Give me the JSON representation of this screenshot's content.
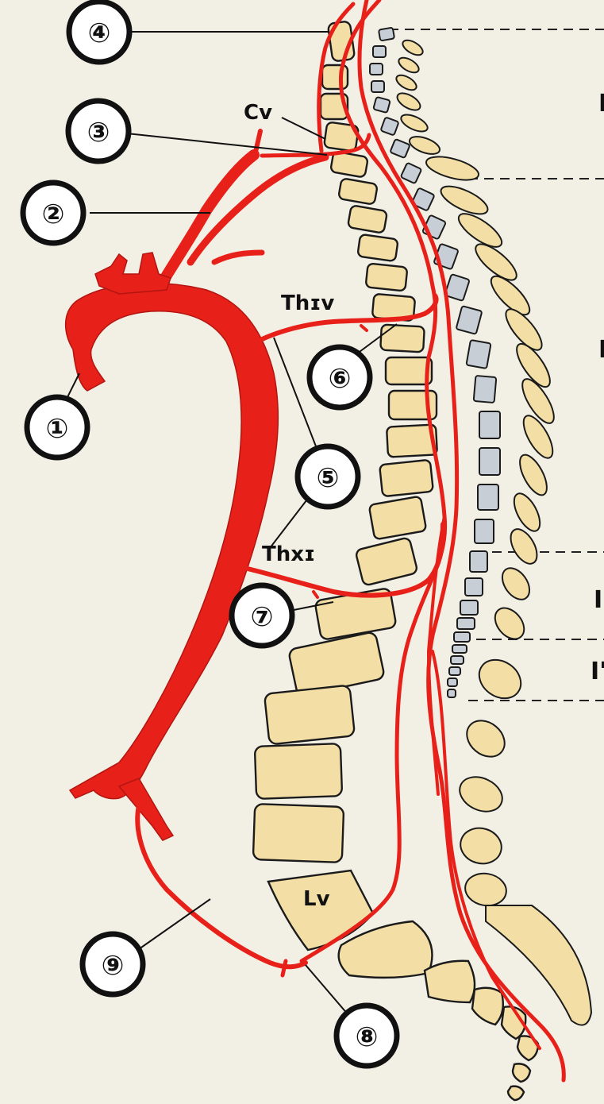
{
  "badges": [
    {
      "label": "①"
    },
    {
      "label": "②"
    },
    {
      "label": "③"
    },
    {
      "label": "④"
    },
    {
      "label": "⑤"
    },
    {
      "label": "⑥"
    },
    {
      "label": "⑦"
    },
    {
      "label": "⑧"
    },
    {
      "label": "⑨"
    }
  ],
  "level_labels": {
    "cv": "Cv",
    "thiv": "Thɪv",
    "thxi": "Thxɪ",
    "lv": "Lv"
  },
  "edge_labels": [
    "I",
    "I",
    "I",
    "I'"
  ],
  "colors": {
    "background": "#f2efe4",
    "artery": "#e8201a",
    "vertebra": "#f3dfa6",
    "spinal_cord": "#c7ced6"
  }
}
